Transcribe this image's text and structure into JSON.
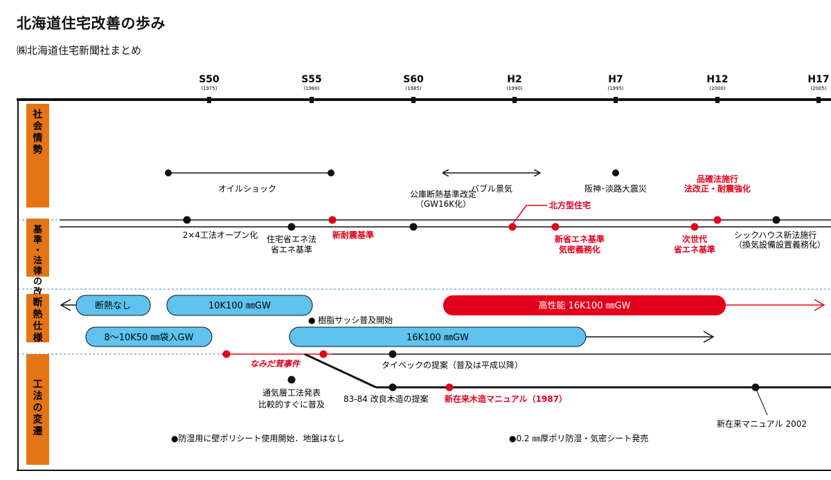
{
  "title": "北海道住宅改善の歩み",
  "subtitle": "㈱北海道住宅新聞社まとめ",
  "timeline": [
    {
      "era": "S50",
      "year": "(1975)"
    },
    {
      "era": "S55",
      "year": "(1980)"
    },
    {
      "era": "S60",
      "year": "(1985)"
    },
    {
      "era": "H2",
      "year": "(1990)"
    },
    {
      "era": "H7",
      "year": "(1995)"
    },
    {
      "era": "H12",
      "year": "(2000)"
    },
    {
      "era": "H17",
      "year": "(2005)"
    }
  ],
  "categories": {
    "social": "社会情勢",
    "law": "基準・法律の改正など",
    "insulation": "断熱仕様",
    "method": "工法の変遷"
  },
  "events": {
    "oil_shock": "オイルショック",
    "bubble": "バブル景気",
    "hanshin": "阪神･淡路大震災",
    "hinkaku_1": "品確法施行",
    "hinkaku_2": "法改正・耐震強化",
    "two_by_four": "2×4工法オープン化",
    "shintaishin": "新耐震基準",
    "sickhouse_1": "シックハウス新法施行",
    "sickhouse_2": "（換気設備設置義務化）",
    "koko_1": "公庫断熱基準改定",
    "koko_2": "（GW16K化）",
    "hoppo": "北方型住宅",
    "jutaku_1": "住宅省エネ法",
    "jutaku_2": "省エネ基準",
    "shinsho_1": "新省エネ基準",
    "shinsho_2": "気密義務化",
    "jisedai_1": "次世代",
    "jisedai_2": "省エネ基準"
  },
  "insulation": {
    "none": "断熱なし",
    "gw10k": "10K100 ㎜GW",
    "high_perf": "高性能 16K100 ㎜GW",
    "resin_sash": "● 樹脂サッシ普及開始",
    "bag_gw": "8～10K50 ㎜袋入GW",
    "gw16k": "16K100 ㎜GW"
  },
  "method": {
    "nameko": "なみだ茸事件",
    "tyvek": "タイベックの提案（普及は平成以降）",
    "tsuki_1": "通気層工法発表",
    "tsuki_2": "比較的すぐに普及",
    "kairyo": "83-84 改良木造の提案",
    "shinzairai": "新在来木造マニュアル（1987）",
    "shinzairai_2002": "新在来マニュアル 2002",
    "poly": "●防湿用に壁ポリシート使用開始．地盤はなし",
    "poly02": "●0.2 ㎜厚ポリ防湿・気密シート発売"
  },
  "colors": {
    "red": "#e3001b",
    "blue": "#5ec4ef",
    "orange": "#e57514",
    "dashed": "#2f8fd0"
  }
}
